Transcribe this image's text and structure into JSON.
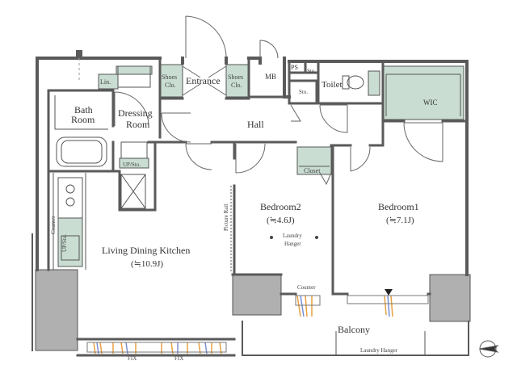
{
  "plan": {
    "rooms": {
      "entrance": "Entrance",
      "mb": "MB",
      "ps": "PS",
      "toilet": "Toilet",
      "wic": "WIC",
      "hall": "Hall",
      "bath_line1": "Bath",
      "bath_line2": "Room",
      "dressing_line1": "Dressing",
      "dressing_line2": "Room",
      "bedroom2": "Bedroom2",
      "bedroom2_size": "(≒4.6J)",
      "bedroom1": "Bedroom1",
      "bedroom1_size": "(≒7.1J)",
      "ldk": "Living Dining Kitchen",
      "ldk_size": "(≒10.9J)",
      "balcony": "Balcony"
    },
    "storage": {
      "lin": "Lin.",
      "shoes_left_line1": "Shoes",
      "shoes_left_line2": "Clo.",
      "shoes_right_line1": "Shoes",
      "shoes_right_line2": "Clo.",
      "sto_top": "Sto.",
      "sto_mid": "Sto.",
      "closet": "Closet",
      "up_sto_bath": "UP/Sto.",
      "up_sto_kitchen": "UP/Sto."
    },
    "annotations": {
      "laundry_line1": "Laundry",
      "laundry_line2": "Hanger",
      "picture_rail": "Picture Rail",
      "counter_kitchen": "Counter",
      "counter_balcony": "Counter",
      "laundry_hanger_balcony": "Laundry Hanger",
      "fix1": "FIX",
      "fix2": "FIX"
    },
    "colors": {
      "wall": "#5a5a5a",
      "storage_fill": "#c9ddd2",
      "column": "#b0b0b0",
      "sash": "#e8a040",
      "sash_blue": "#7a8fd0"
    }
  }
}
